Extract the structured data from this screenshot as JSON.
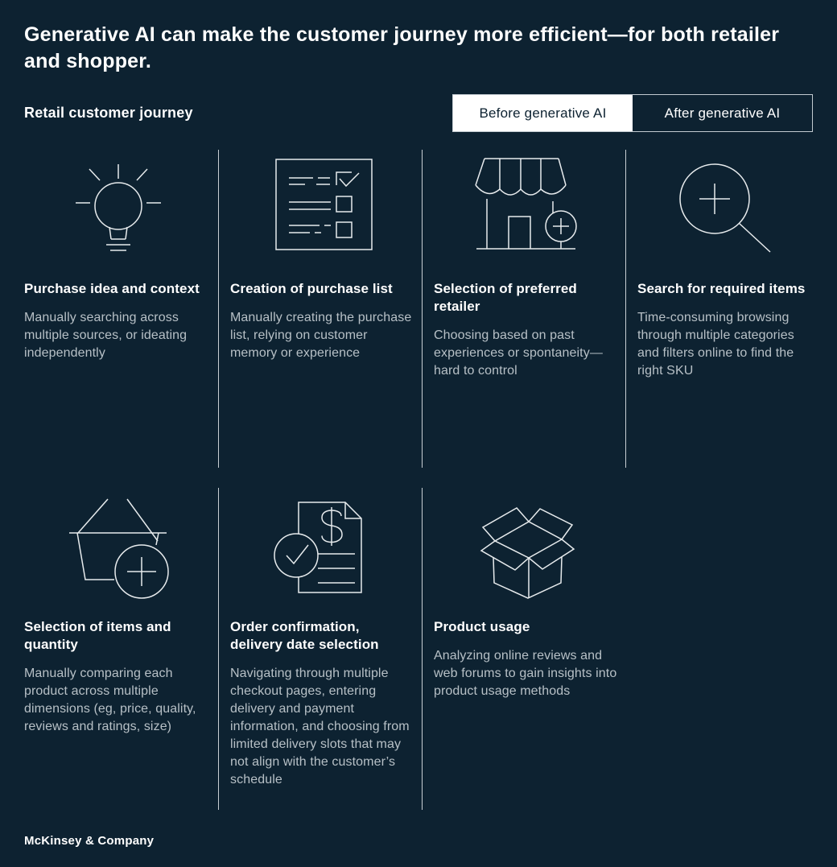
{
  "header": {
    "title": "Generative AI can make the customer journey more efficient—for both retailer and shopper.",
    "subtitle": "Retail customer journey"
  },
  "tabs": [
    {
      "label": "Before generative AI",
      "active": true
    },
    {
      "label": "After generative AI",
      "active": false
    }
  ],
  "journey_steps": [
    {
      "icon": "lightbulb-icon",
      "title": "Purchase idea and context",
      "description": "Manually searching across multiple sources, or ideating independently"
    },
    {
      "icon": "checklist-icon",
      "title": "Creation of purchase list",
      "description": "Manually creating the purchase list, relying on customer memory or experience"
    },
    {
      "icon": "storefront-plus-icon",
      "title": "Selection of preferred retailer",
      "description": "Choosing based on past experiences or spontaneity—hard to control"
    },
    {
      "icon": "search-plus-icon",
      "title": "Search for required items",
      "description": "Time-consuming browsing through multiple categories and filters online to find the right SKU"
    },
    {
      "icon": "basket-plus-icon",
      "title": "Selection of items and quantity",
      "description": "Manually comparing each product across multiple dimensions (eg, price, quality, reviews and ratings, size)"
    },
    {
      "icon": "invoice-check-icon",
      "title": "Order confirmation, delivery date selection",
      "description": "Navigating through multiple checkout pages, entering delivery and payment information, and choosing from limited delivery slots that may not align with the customer’s schedule"
    },
    {
      "icon": "open-box-icon",
      "title": "Product usage",
      "description": "Analyzing online reviews and web forums to gain insights into product usage methods"
    }
  ],
  "footer": {
    "brand": "McKinsey & Company"
  },
  "colors": {
    "background": "#0d2231",
    "heading_text": "#ffffff",
    "body_text": "#b7c0c6",
    "divider": "#c8cfd4",
    "icon_stroke": "#e7ebed",
    "tab_active_bg": "#ffffff",
    "tab_active_text": "#0d2231",
    "tab_border": "#c2cad0"
  }
}
